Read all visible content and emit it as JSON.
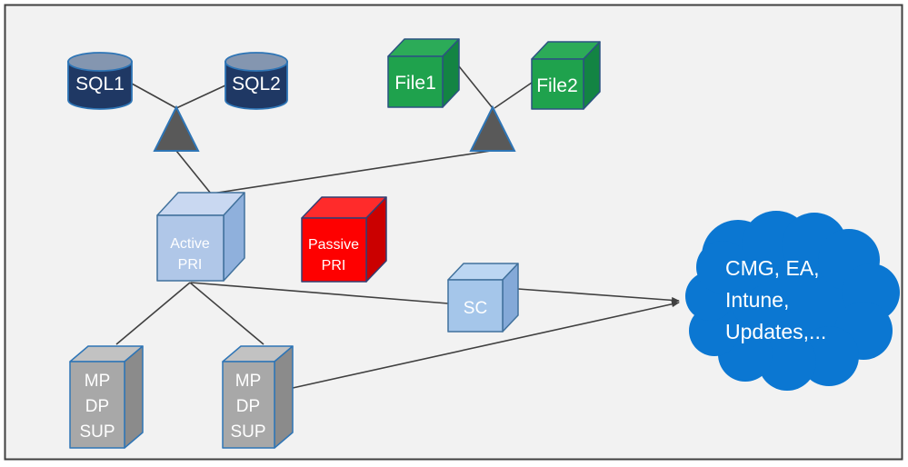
{
  "diagram": {
    "nodes": {
      "sql1": {
        "label": "SQL1",
        "type": "database-cylinder"
      },
      "sql2": {
        "label": "SQL2",
        "type": "database-cylinder"
      },
      "file1": {
        "label": "File1",
        "type": "cube"
      },
      "file2": {
        "label": "File2",
        "type": "cube"
      },
      "active_pri": {
        "lines": [
          "Active",
          "PRI"
        ],
        "type": "cube"
      },
      "passive_pri": {
        "lines": [
          "Passive",
          "PRI"
        ],
        "type": "cube"
      },
      "sc": {
        "label": "SC",
        "type": "cube"
      },
      "site_system_1": {
        "lines": [
          "MP",
          "DP",
          "SUP"
        ],
        "type": "cube"
      },
      "site_system_2": {
        "lines": [
          "MP",
          "DP",
          "SUP"
        ],
        "type": "cube"
      },
      "cloud": {
        "lines": [
          "CMG, EA,",
          "Intune,",
          "Updates,..."
        ],
        "type": "cloud"
      }
    },
    "edges": [
      {
        "from": "sql1",
        "to": "sql-cluster-triangle",
        "arrow": false
      },
      {
        "from": "sql2",
        "to": "sql-cluster-triangle",
        "arrow": false
      },
      {
        "from": "sql-cluster-triangle",
        "to": "active_pri",
        "arrow": false
      },
      {
        "from": "file1",
        "to": "file-cluster-triangle",
        "arrow": false
      },
      {
        "from": "file2",
        "to": "file-cluster-triangle",
        "arrow": false
      },
      {
        "from": "file-cluster-triangle",
        "to": "active_pri",
        "arrow": false
      },
      {
        "from": "active_pri",
        "to": "site_system_1",
        "arrow": false
      },
      {
        "from": "active_pri",
        "to": "site_system_2",
        "arrow": false
      },
      {
        "from": "active_pri",
        "to": "sc",
        "arrow": false
      },
      {
        "from": "sc",
        "to": "cloud",
        "arrow": true
      },
      {
        "from": "site_system_2",
        "to": "cloud",
        "arrow": true
      }
    ],
    "colors": {
      "background": "#f2f2f2",
      "frame": "#404040",
      "connector": "#404040",
      "sql_body": "#1f3864",
      "sql_top": "#8496b0",
      "triangle": "#595959",
      "file_front": "#1fa24d",
      "file_top": "#2cab58",
      "file_side": "#138443",
      "active_front": "#b0c7e8",
      "active_top": "#c9d8f1",
      "active_side": "#8fb0dc",
      "passive_front": "#fe0000",
      "passive_top": "#ff2b2b",
      "passive_side": "#cb0000",
      "sc_front": "#a5c6ea",
      "sc_top": "#bcd6f2",
      "sc_side": "#84a9d8",
      "gray_front": "#a8a8a8",
      "gray_top": "#c2c2c2",
      "gray_side": "#8b8b8b",
      "cloud": "#0b77d2",
      "label_text": "#ffffff"
    }
  }
}
